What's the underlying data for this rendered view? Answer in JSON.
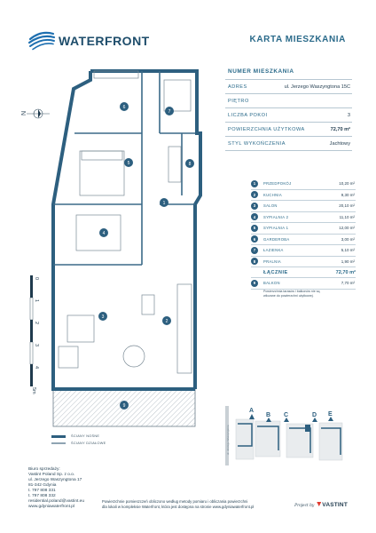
{
  "brand": {
    "name": "WATERFRONT",
    "doc_title": "KARTA MIESZKANIA"
  },
  "info": {
    "heading": "NUMER MIESZKANIA",
    "rows": [
      {
        "label": "ADRES",
        "value": "ul. Jerzego Waszyngtona 15C"
      },
      {
        "label": "PIĘTRO",
        "value": ""
      },
      {
        "label": "LICZBA POKOI",
        "value": "3"
      },
      {
        "label": "POWIERZCHNIA UŻYTKOWA",
        "value": "72,70 m²"
      },
      {
        "label": "STYL WYKOŃCZENIA",
        "value": "Jachtowy"
      }
    ]
  },
  "rooms": [
    {
      "num": "1",
      "name": "PRZEDPOKÓJ",
      "area": "10,20 m²"
    },
    {
      "num": "2",
      "name": "KUCHNIA",
      "area": "9,30 m²"
    },
    {
      "num": "3",
      "name": "SALON",
      "area": "20,10 m²"
    },
    {
      "num": "4",
      "name": "SYPIALNIA 2",
      "area": "11,10 m²"
    },
    {
      "num": "5",
      "name": "SYPIALNIA 1",
      "area": "12,00 m²"
    },
    {
      "num": "6",
      "name": "GARDEROBA",
      "area": "3,00 m²"
    },
    {
      "num": "7",
      "name": "ŁAZIENKA",
      "area": "5,10 m²"
    },
    {
      "num": "8",
      "name": "PRALNIA",
      "area": "1,90 m²"
    }
  ],
  "total": {
    "label": "ŁĄCZNIE",
    "value": "72,70 m²"
  },
  "balcony": {
    "num": "9",
    "name": "BALKON",
    "area": "7,70 m²"
  },
  "balcony_note": "Powierzchnia tarasów i balkonów nie są wliczane do powierzchni użytkowej.",
  "compass": {
    "north": "N"
  },
  "scale": {
    "ticks": [
      "0",
      "1",
      "2",
      "3",
      "4"
    ],
    "unit": "5m"
  },
  "legend": {
    "walls_bearing": "ŚCIANY NOŚNE",
    "walls_partition": "ŚCIANY DZIAŁOWE"
  },
  "site_plan": {
    "buildings": [
      "A",
      "B",
      "C",
      "D",
      "E"
    ],
    "street": "ul. Jerzego Waszyngtona"
  },
  "office": {
    "lines": [
      "Biuro sprzedaży:",
      "Vastint Poland Sp. z o.o.",
      "ul. Jerzego Waszyngtona 17",
      "81-342 Gdynia",
      "t. 797 808 331",
      "t. 797 808 332",
      "residential.poland@vastint.eu",
      "www.gdyniawaterfront.pl"
    ]
  },
  "disclaimer": [
    "Powierzchnie pomieszczeń obliczono według metody pomiaru i obliczania powierzchni",
    "dla lokali w kompleksie Waterfront, która jest dostępna na stronie www.gdyniawaterfront.pl"
  ],
  "signature": {
    "prefix": "Project by",
    "brand": "VASTINT"
  },
  "colors": {
    "accent": "#2a6a8a",
    "wall": "#2d5f7f",
    "badge": "#2d5f7f"
  }
}
